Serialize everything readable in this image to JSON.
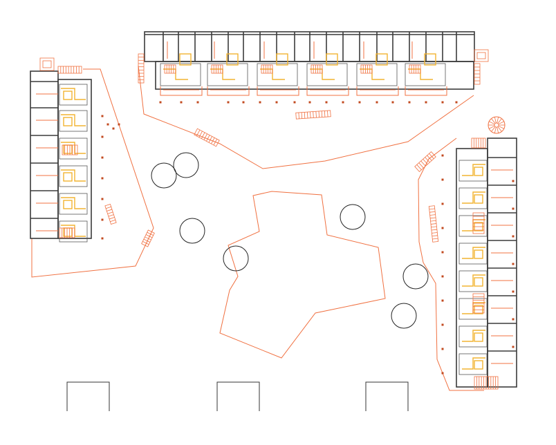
{
  "drawing": {
    "type": "architectural site plan",
    "colors": {
      "walls": "#3a3a3a",
      "outlines": "#f07040",
      "fixtures": "#f2b431",
      "columns": "#c2491f",
      "background": "#ffffff"
    },
    "elements": {
      "buildings": [
        "north-block",
        "west-block",
        "east-block"
      ],
      "trees": 8,
      "gates": 3,
      "courtyard": "central-courtyard"
    }
  }
}
